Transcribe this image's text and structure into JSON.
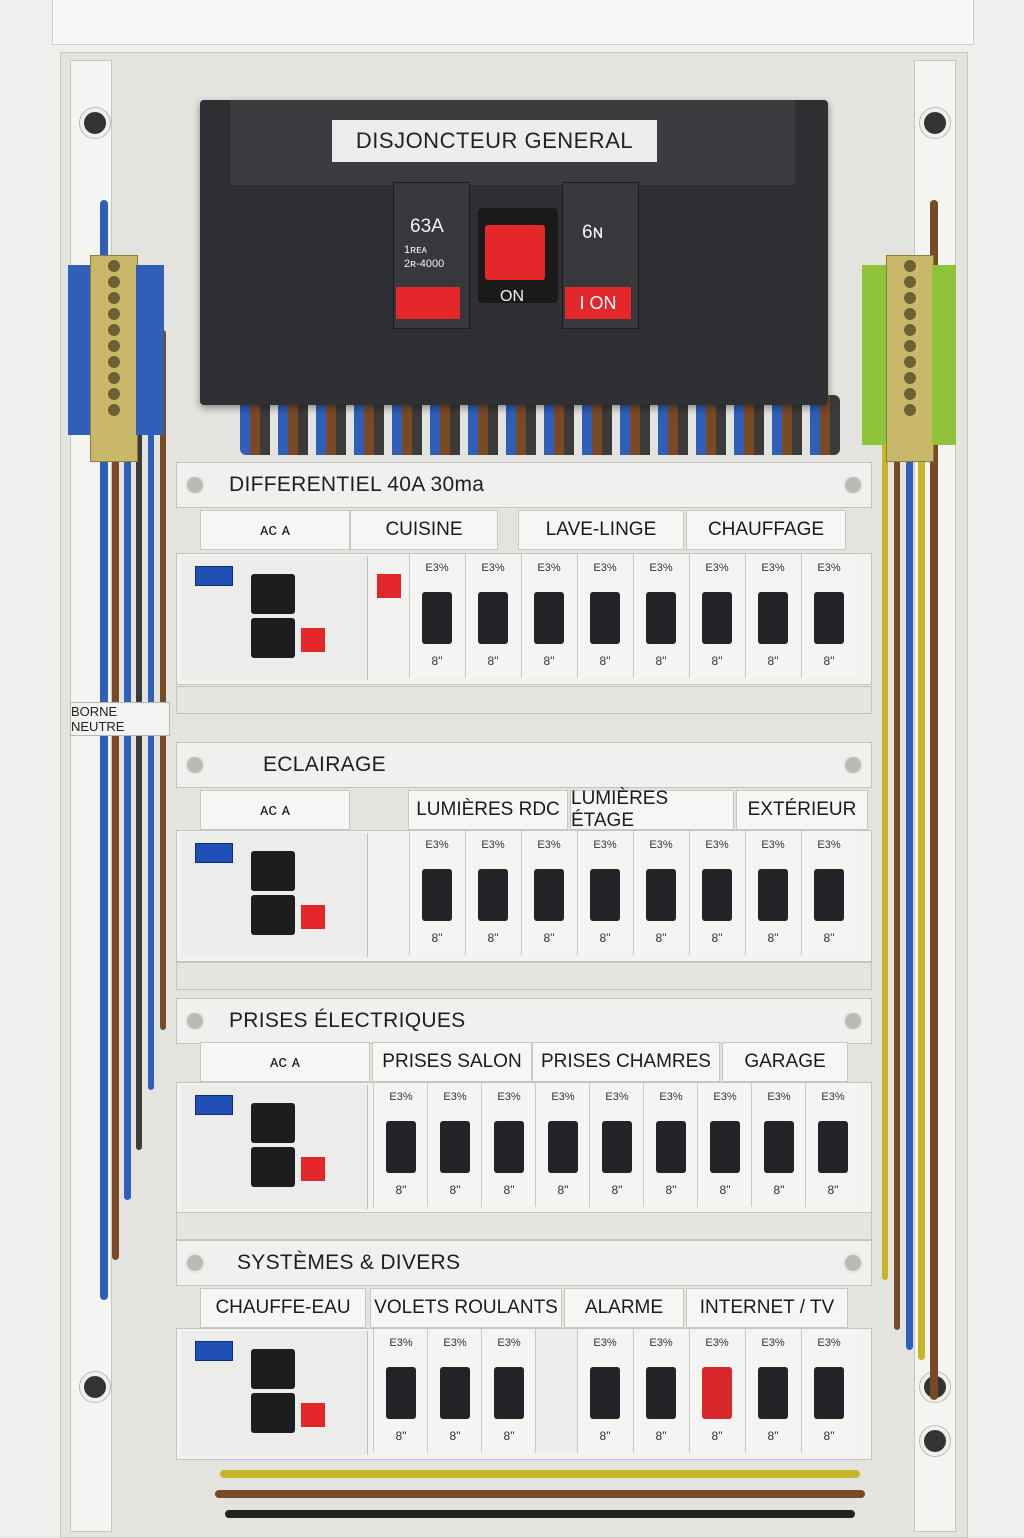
{
  "main_breaker": {
    "label": "DISJONCTEUR GENERAL",
    "left_rating": "63A",
    "left_small_1": "1ʀᴇᴀ",
    "left_small_2": "2ʀ-4000",
    "right_rating": "6ɴ",
    "switch_state": "ON",
    "indicator": "I ON"
  },
  "borne_neutre": "BORNE NEUTRE",
  "rows": [
    {
      "title": "DIFFERENTIEL 40A 30ma",
      "labels": [
        "ᴀc ᴀ",
        "CUISINE",
        "LAVE-LINGE",
        "CHAUFFAGE"
      ],
      "breaker_caption": "E3%",
      "breaker_footer": "8\""
    },
    {
      "title": "ECLAIRAGE",
      "labels": [
        "ᴀc ᴀ",
        "LUMIÈRES RDC",
        "LUMIÈRES ÉTAGE",
        "EXTÉRIEUR"
      ],
      "breaker_caption": "E3%",
      "breaker_footer": "8\""
    },
    {
      "title": "PRISES ÉLECTRIQUES",
      "labels": [
        "ᴀc ᴀ",
        "PRISES SALON",
        "PRISES CHAMRES",
        "GARAGE"
      ],
      "breaker_caption": "E3%",
      "breaker_footer": "8\""
    },
    {
      "title": "SYSTÈMES & DIVERS",
      "labels": [
        "CHAUFFE-EAU",
        "VOLETS ROULANTS",
        "ALARME",
        "INTERNET / TV"
      ],
      "breaker_caption": "E3%",
      "breaker_footer": "8\""
    }
  ],
  "colors": {
    "breaker_body": "#2e3033",
    "indicator_red": "#e4272a",
    "wire_blue": "#2f5fb8",
    "wire_brown": "#7a4a26",
    "wire_yellow_green": "#b9c02e",
    "module_white": "#f2f2f0"
  }
}
